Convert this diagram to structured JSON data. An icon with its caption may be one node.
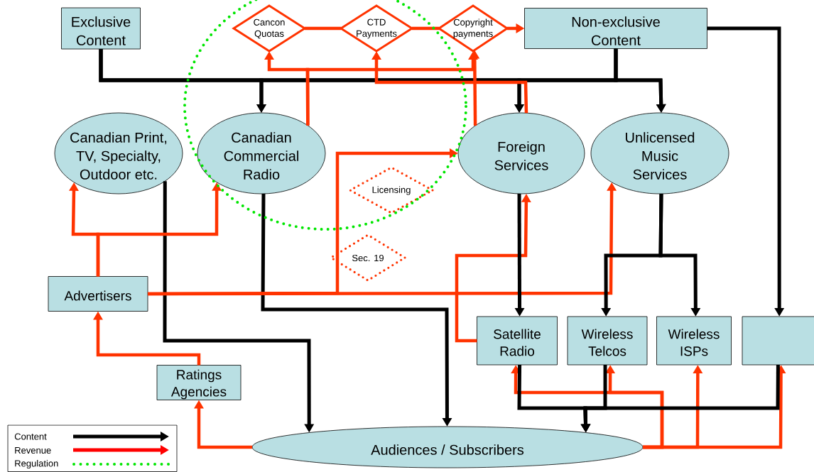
{
  "diagram": {
    "nodes": [
      {
        "text": [
          "Exclusive Content"
        ]
      },
      {
        "text": [
          "Cancon Quotas"
        ]
      },
      {
        "text": [
          "CTD Payments"
        ]
      },
      {
        "text": [
          "Copyright payments"
        ]
      },
      {
        "text": [
          "Non-exclusive Content"
        ]
      },
      {
        "text": [
          "Canadian Print, TV, Specialty, Outdoor etc."
        ]
      },
      {
        "text": [
          "Canadian Commercial Radio"
        ]
      },
      {
        "text": [
          "Foreign Services"
        ]
      },
      {
        "text": [
          "Unlicensed Music Services"
        ]
      },
      {
        "text": [
          "Licensing"
        ]
      },
      {
        "text": [
          "Sec. 19"
        ]
      },
      {
        "text": [
          "Advertisers"
        ]
      },
      {
        "text": [
          "Satellite Radio"
        ]
      },
      {
        "text": [
          "Wireless Telcos"
        ]
      },
      {
        "text": [
          "Wireless ISPs"
        ]
      },
      {
        "text": [],
        "shape": "box"
      },
      {
        "text": [
          "Ratings Agencies"
        ]
      },
      {
        "text": [
          "Audiences / Subscribers"
        ]
      }
    ],
    "edges": [
      {
        "from": 0,
        "to": 6,
        "arrow": "to",
        "color": "#000000"
      },
      {
        "from": 0,
        "to": 7,
        "arrow": "to",
        "color": "#000000"
      },
      {
        "from": 0,
        "to": 8,
        "arrow": "to",
        "color": "#000000"
      },
      {
        "from": 4,
        "to": 6,
        "arrow": "to",
        "color": "#000000"
      },
      {
        "from": 4,
        "to": 7,
        "arrow": "to",
        "color": "#000000"
      },
      {
        "from": 4,
        "to": 8,
        "arrow": "to",
        "color": "#000000"
      },
      {
        "from": 4,
        "to": 15,
        "arrow": "to",
        "color": "#000000"
      },
      {
        "from": 5,
        "to": 17,
        "arrow": "to",
        "color": "#000000"
      },
      {
        "from": 6,
        "to": 17,
        "arrow": "to",
        "color": "#000000"
      },
      {
        "from": 1,
        "to": 2,
        "arrow": "none"
      },
      {
        "from": 2,
        "to": 3,
        "arrow": "none"
      },
      {
        "from": 3,
        "to": 4,
        "arrow": "to"
      },
      {
        "from": 6,
        "to": 1,
        "arrow": "to"
      },
      {
        "from": 6,
        "to": 3,
        "arrow": "to"
      },
      {
        "from": 7,
        "to": 2,
        "arrow": "to"
      },
      {
        "from": 7,
        "to": 3,
        "arrow": "to"
      },
      {
        "from": 11,
        "to": 5,
        "arrow": "to"
      },
      {
        "from": 11,
        "to": 6,
        "arrow": "to"
      },
      {
        "from": 11,
        "to": 7,
        "arrow": "to"
      },
      {
        "from": 11,
        "to": 8,
        "arrow": "to"
      },
      {
        "from": 12,
        "to": 7,
        "arrow": "to"
      },
      {
        "from": 16,
        "to": 11,
        "arrow": "to"
      },
      {
        "from": 17,
        "to": 16,
        "arrow": "to"
      },
      {
        "from": 17,
        "to": 12,
        "arrow": "to"
      },
      {
        "from": 17,
        "to": 13,
        "arrow": "to"
      },
      {
        "from": 17,
        "to": 14,
        "arrow": "to"
      },
      {
        "from": 17,
        "to": 15,
        "arrow": "to"
      },
      {
        "from": 7,
        "to": 12,
        "arrow": "to",
        "color": "#000000"
      },
      {
        "from": 8,
        "to": 13,
        "arrow": "to",
        "color": "#000000"
      },
      {
        "from": 8,
        "to": 14,
        "arrow": "to",
        "color": "#000000"
      },
      {
        "from": 12,
        "to": 17,
        "arrow": "to",
        "color": "#000000"
      },
      {
        "from": 13,
        "to": 17,
        "arrow": "to",
        "color": "#000000"
      },
      {
        "from": 15,
        "to": 17,
        "arrow": "to",
        "color": "#000000"
      }
    ],
    "legend": [
      {
        "text": "Content"
      },
      {
        "text": "Revenue"
      },
      {
        "text": "Regulation"
      }
    ]
  }
}
